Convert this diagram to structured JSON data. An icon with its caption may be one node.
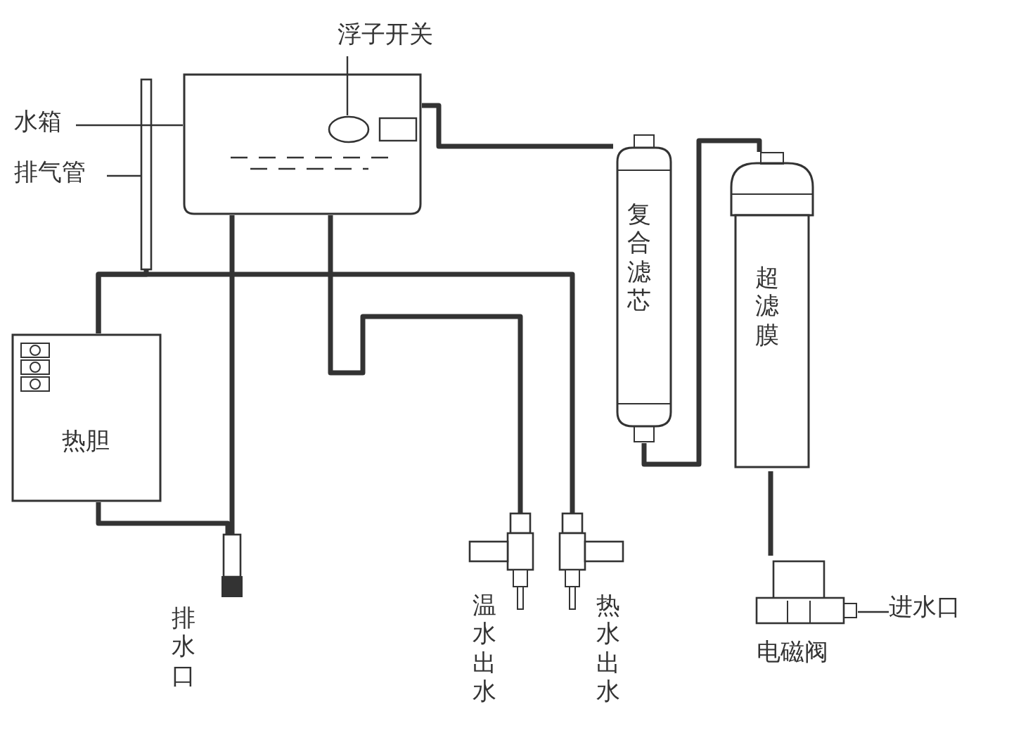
{
  "diagram": {
    "nodes": [
      {
        "text": [
          "水箱"
        ]
      },
      {
        "text": [],
        "shape": "box"
      },
      {
        "text": [
          "排气管"
        ]
      },
      {
        "text": [],
        "shape": "bar"
      },
      {
        "text": [
          "浮子开关"
        ]
      },
      {
        "text": [],
        "shape": "circle",
        "in": 1
      },
      {
        "text": [
          "热胆"
        ]
      },
      {
        "text": [
          "复合滤芯"
        ]
      },
      {
        "text": [
          "超滤膜"
        ]
      },
      {
        "text": [
          "电磁阀"
        ]
      },
      {
        "text": [
          "进水口"
        ]
      },
      {
        "text": [
          "温水出水"
        ]
      },
      {
        "text": [
          "热水出水"
        ]
      },
      {
        "text": [
          "排水口"
        ]
      }
    ],
    "edges": [
      {
        "from": 9,
        "to": 8,
        "arrow": "none"
      },
      {
        "from": 8,
        "to": 7,
        "arrow": "none"
      },
      {
        "from": 7,
        "to": 1,
        "arrow": "none"
      },
      {
        "from": 1,
        "to": 11,
        "arrow": "none"
      },
      {
        "from": 1,
        "to": 13,
        "arrow": "none"
      },
      {
        "from": 6,
        "to": 12,
        "arrow": "none"
      },
      {
        "from": 6,
        "to": 13,
        "arrow": "none"
      },
      {
        "from": 3,
        "to": 6,
        "arrow": "none"
      },
      {
        "from": 10,
        "to": 9,
        "arrow": "none"
      },
      {
        "from": 0,
        "to": 1,
        "arrow": "none"
      },
      {
        "from": 2,
        "to": 3,
        "arrow": "none"
      },
      {
        "from": 4,
        "to": 5,
        "arrow": "none"
      }
    ]
  }
}
